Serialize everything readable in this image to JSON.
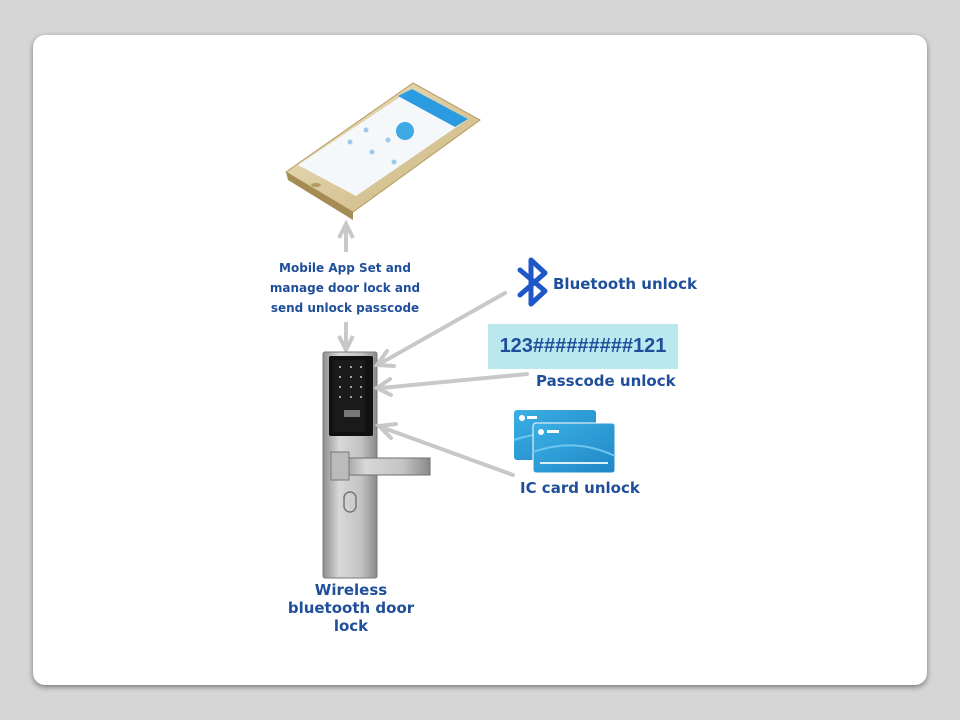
{
  "labels": {
    "app_label": "Mobile App Set and manage door lock and send unlock passcode",
    "bluetooth_unlock": "Bluetooth unlock",
    "passcode_unlock": "Passcode unlock",
    "passcode_value": "123#########121",
    "ic_card_unlock": "IC card unlock",
    "lock_label": "Wireless bluetooth door lock"
  },
  "colors": {
    "label_text": "#1f4e9a",
    "arrow": "#c8c8c8",
    "bluetooth_icon": "#1f57c8",
    "passcode_bg": "#b9e9ee",
    "card_blue": "#2ea3dc"
  },
  "icons": [
    "bluetooth-icon",
    "phone-image",
    "door-lock-image",
    "ic-card-image"
  ]
}
